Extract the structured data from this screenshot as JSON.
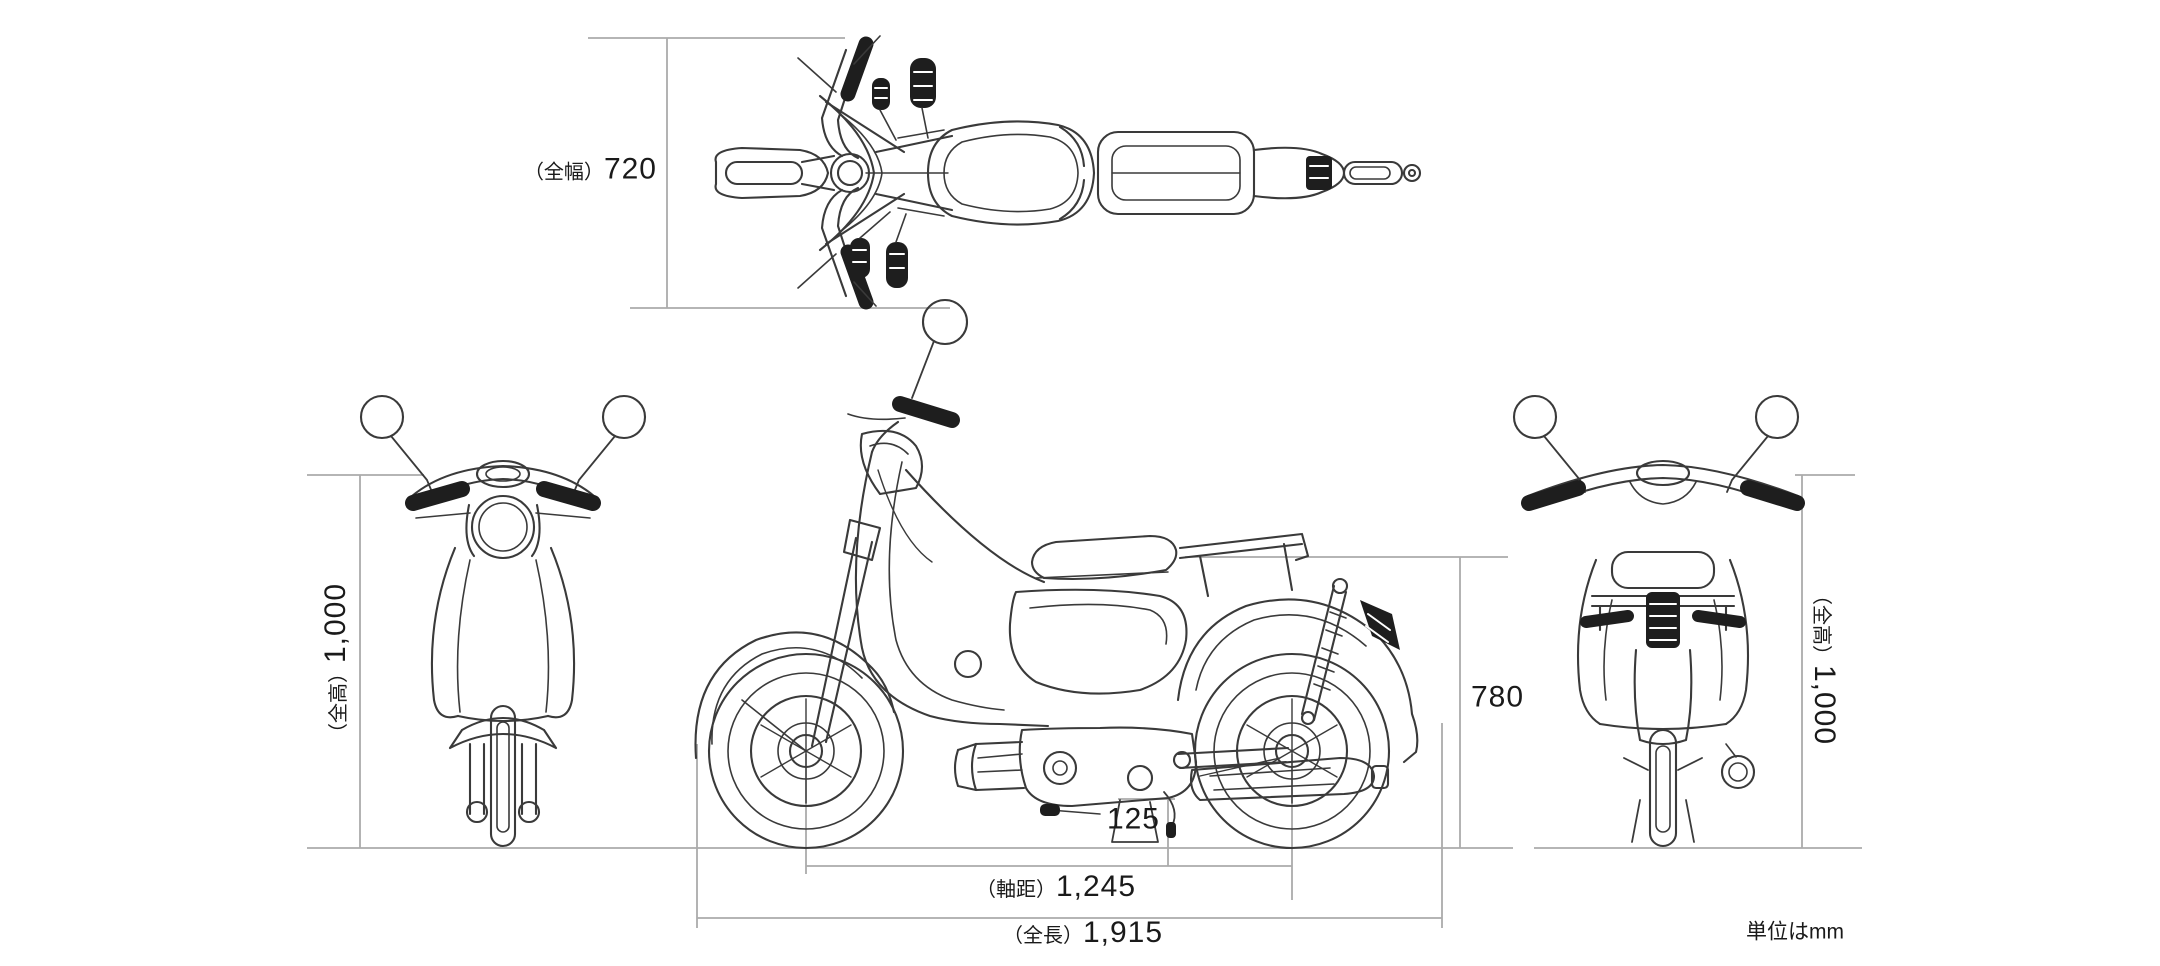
{
  "diagram": {
    "subject": "motorcycle-four-view-dimension-blueprint",
    "unit_note": "単位はmm",
    "dimensions": {
      "overall_width": {
        "prefix": "（全幅）",
        "value": "720"
      },
      "overall_height_left": {
        "prefix": "（全高）",
        "value": "1,000"
      },
      "overall_height_right": {
        "prefix": "（全高）",
        "value": "1,000"
      },
      "seat_height": {
        "prefix": "",
        "value": "780"
      },
      "ground_clearance": {
        "prefix": "",
        "value": "125"
      },
      "wheelbase": {
        "prefix": "（軸距）",
        "value": "1,245"
      },
      "overall_length": {
        "prefix": "（全長）",
        "value": "1,915"
      }
    },
    "colors": {
      "background": "#ffffff",
      "line_art": "#3a3a3a",
      "dimension_lines": "#ababab",
      "text": "#1a1a1a",
      "dark_fill": "#1e1e1e"
    },
    "views": [
      "top-view",
      "front-view",
      "side-view",
      "rear-view"
    ]
  }
}
